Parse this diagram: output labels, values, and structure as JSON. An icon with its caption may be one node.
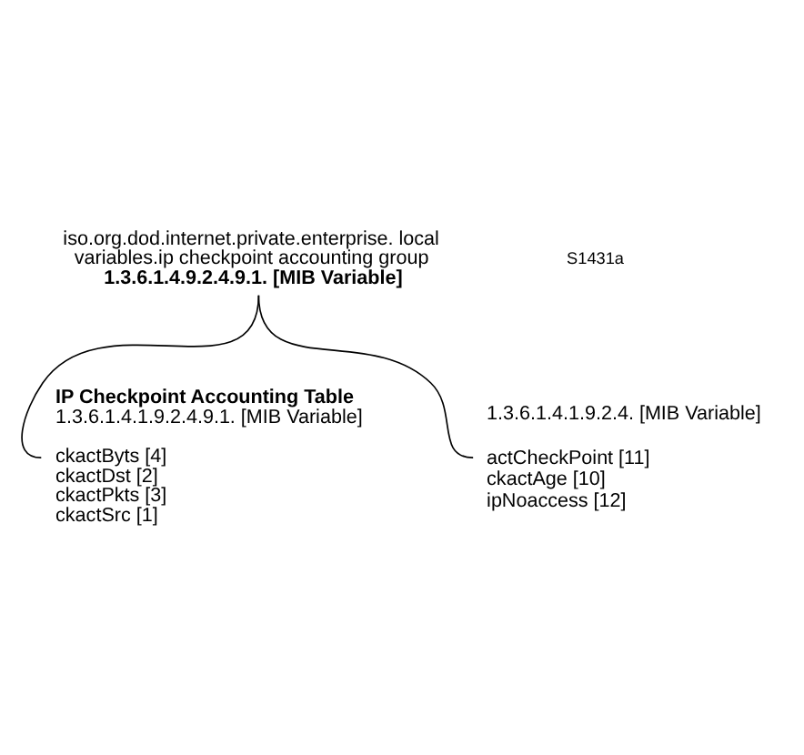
{
  "diagram": {
    "nodes": [
      {
        "text": [
          "iso.org.dod.internet.private.enterprise. local variables.ip checkpoint accounting group",
          "1.3.6.1.4.9.2.4.9.1. [MIB Variable]"
        ]
      },
      {
        "text": [
          "IP Checkpoint Accounting Table",
          "1.3.6.1.4.1.9.2.4.9.1. [MIB Variable]",
          "ckactByts [4]",
          "ckactDst [2]",
          "ckactPkts [3]",
          "ckactSrc [1]"
        ]
      },
      {
        "text": [
          "1.3.6.1.4.1.9.2.4. [MIB Variable]",
          "actCheckPoint [11]",
          "ckactAge [10]",
          "ipNoaccess [12]"
        ]
      }
    ],
    "edges": [
      {
        "from": 0,
        "to": 1,
        "arrow": "none"
      },
      {
        "from": 0,
        "to": 2,
        "arrow": "none"
      }
    ],
    "labels": [
      "S1431a"
    ]
  }
}
